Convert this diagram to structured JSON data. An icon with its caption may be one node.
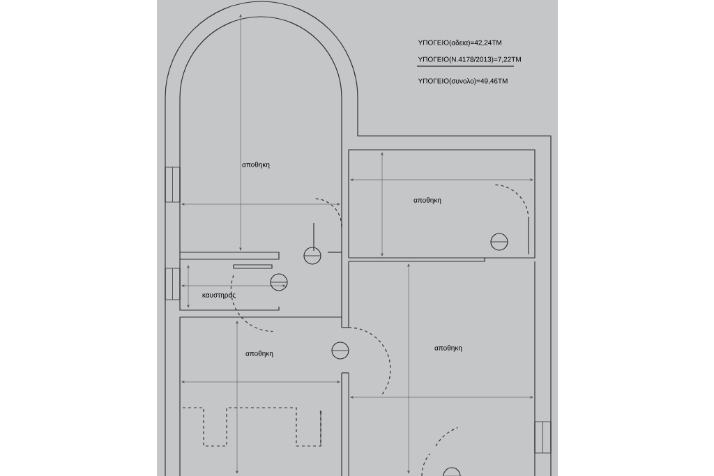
{
  "diagram": {
    "labels": [
      "ΥΠΟΓΕΙΟ(αδεια)=42,24ΤΜ",
      "ΥΠΟΓΕΙΟ(Ν.4178/2013)=7,22ΤΜ",
      "ΥΠΟΓΕΙΟ(συνολο)=49,46ΤΜ",
      "αποθηκη",
      "αποθηκη",
      "καυστηρας",
      "αποθηκη",
      "αποθηκη"
    ]
  }
}
